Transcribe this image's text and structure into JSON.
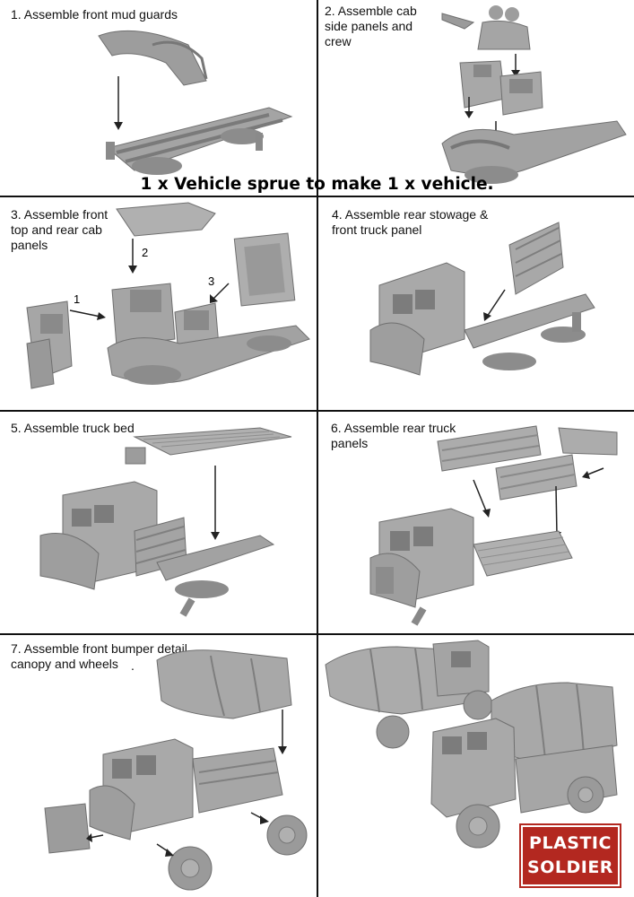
{
  "banner": "1 x Vehicle sprue to make 1 x vehicle.",
  "steps": [
    {
      "text": "1. Assemble front mud guards"
    },
    {
      "text": "2. Assemble cab\nside panels and\ncrew"
    },
    {
      "text": "3. Assemble front\ntop and rear cab\npanels"
    },
    {
      "text": "4. Assemble rear stowage &\nfront truck panel"
    },
    {
      "text": "5. Assemble truck bed"
    },
    {
      "text": "6. Assemble rear truck\npanels"
    },
    {
      "text": "7. Assemble front bumper detail,\ncanopy and wheels"
    }
  ],
  "step3_callouts": [
    "1",
    "2",
    "3"
  ],
  "step7_dot": ".",
  "logo": {
    "line1": "PLASTIC",
    "line2": "SOLDIER",
    "color": "#b32820"
  },
  "colors": {
    "model": "#9a9a9a",
    "model_dark": "#6f6f6f",
    "model_light": "#bdbdbd",
    "divider": "#111111"
  }
}
